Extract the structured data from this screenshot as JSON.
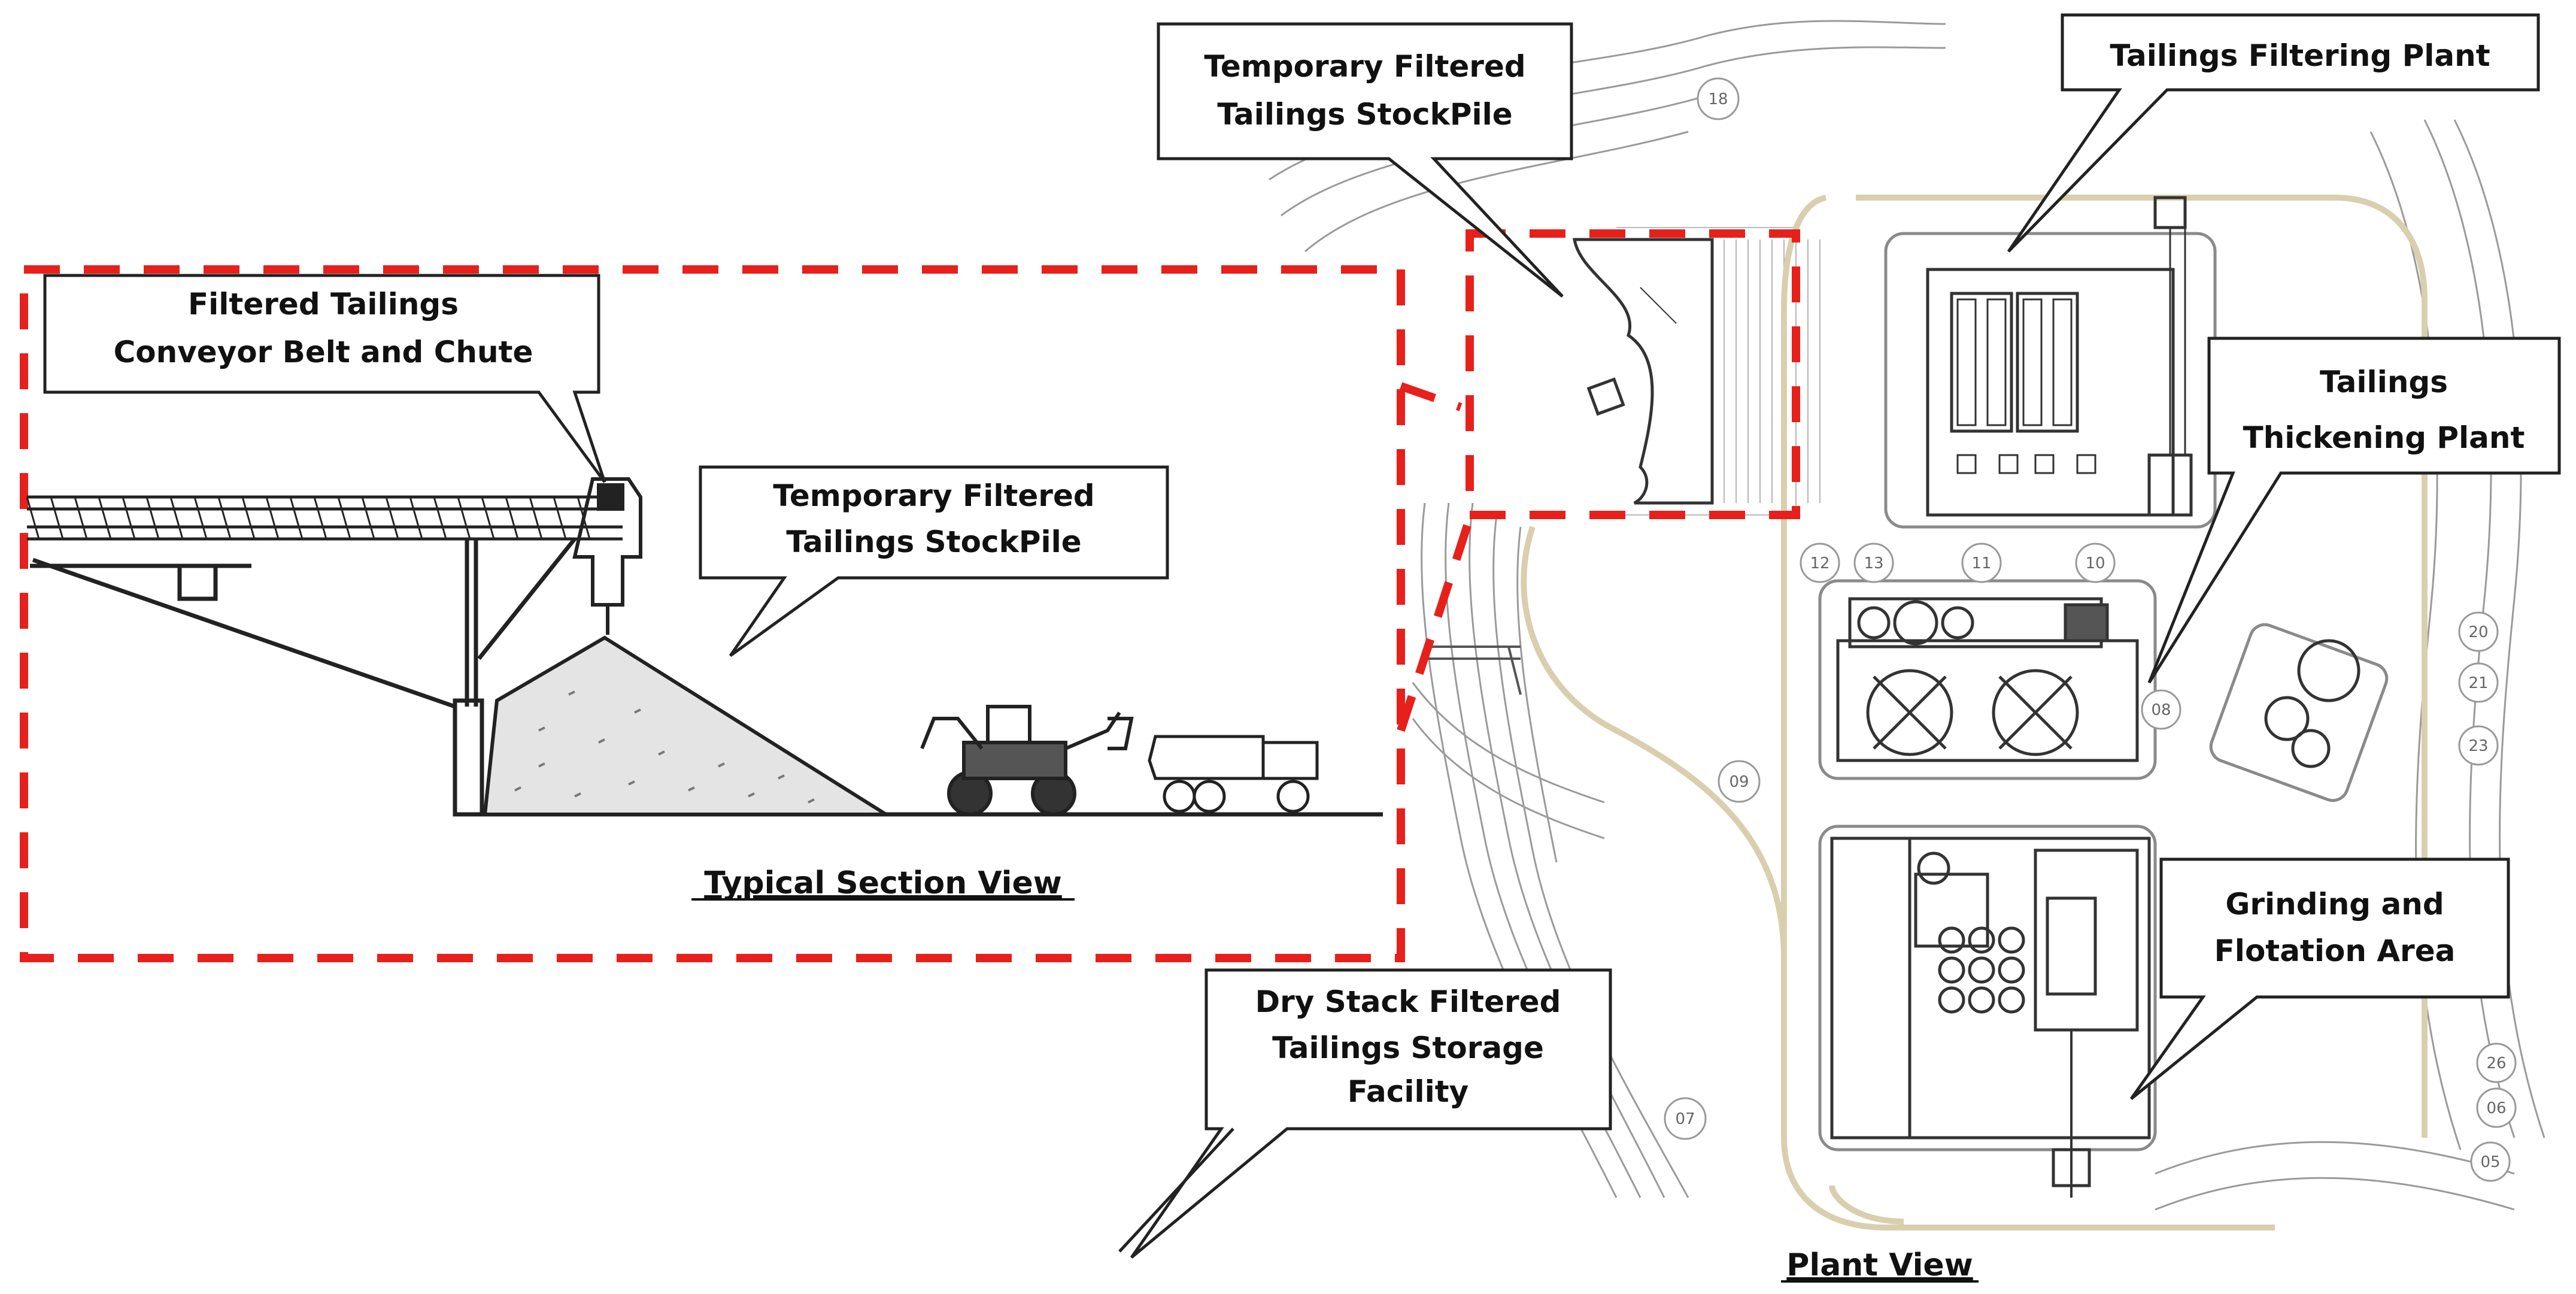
{
  "colors": {
    "dash_red": "#e8201b",
    "callout_border": "#222222",
    "line": "#222222",
    "plan_line": "#8c8c8c",
    "road": "#d9cfae"
  },
  "section_view": {
    "title": "Typical Section View",
    "callouts": {
      "conveyor": [
        "Filtered Tailings",
        "Conveyor Belt and Chute"
      ],
      "stockpile": [
        "Temporary Filtered",
        "Tailings StockPile"
      ]
    }
  },
  "plant_view": {
    "title": "Plant View",
    "callouts": {
      "temp_stockpile": [
        "Temporary Filtered",
        "Tailings StockPile"
      ],
      "filtering": [
        "Tailings Filtering Plant"
      ],
      "thickening": [
        "Tailings",
        "Thickening  Plant"
      ],
      "grinding": [
        "Grinding and",
        "Flotation Area"
      ],
      "dry_stack": [
        "Dry Stack Filtered",
        "Tailings Storage",
        "Facility"
      ]
    },
    "area_labels": [
      {
        "name": "label-18",
        "text": "18"
      },
      {
        "name": "label-12",
        "text": "12"
      },
      {
        "name": "label-13",
        "text": "13"
      },
      {
        "name": "label-11",
        "text": "11"
      },
      {
        "name": "label-10",
        "text": "10"
      },
      {
        "name": "label-08",
        "text": "08"
      },
      {
        "name": "label-09",
        "text": "09"
      },
      {
        "name": "label-07",
        "text": "07"
      },
      {
        "name": "label-20",
        "text": "20"
      },
      {
        "name": "label-21",
        "text": "21"
      },
      {
        "name": "label-23",
        "text": "23"
      },
      {
        "name": "label-26",
        "text": "26"
      },
      {
        "name": "label-06",
        "text": "06"
      },
      {
        "name": "label-05",
        "text": "05"
      }
    ]
  }
}
